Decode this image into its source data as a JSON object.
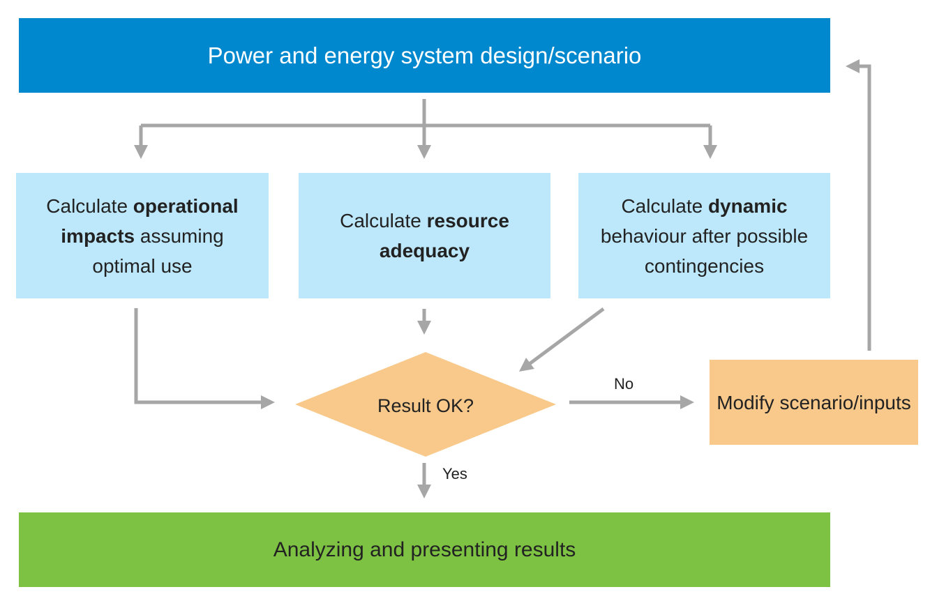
{
  "diagram": {
    "top": "Power and energy system design/scenario",
    "calc1": {
      "prefix": "Calculate ",
      "bold": "operational impacts",
      "suffix": " assuming optimal use"
    },
    "calc2": {
      "prefix": "Calculate ",
      "bold": "resource adequacy",
      "suffix": ""
    },
    "calc3": {
      "prefix": "Calculate ",
      "bold": "dynamic",
      "suffix": " behaviour after possible contingencies"
    },
    "decision": "Result OK?",
    "no_label": "No",
    "yes_label": "Yes",
    "modify": "Modify scenario/inputs",
    "bottom": "Analyzing and presenting results"
  },
  "colors": {
    "top_box": "#0088cf",
    "calc_box": "#bde8fb",
    "decision": "#f8c98b",
    "modify_box": "#f8c98b",
    "bottom_box": "#7dc243",
    "connector": "#a6a6a6"
  }
}
